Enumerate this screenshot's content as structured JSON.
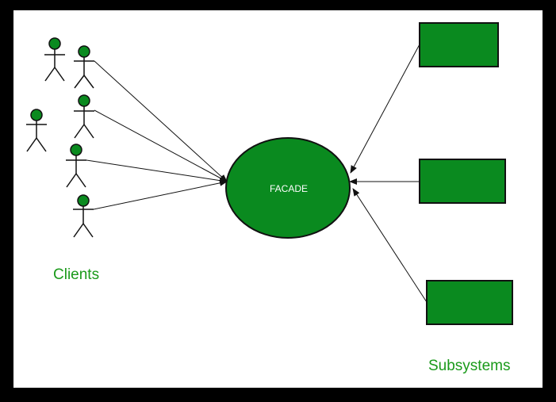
{
  "diagram": {
    "center_label": "FACADE",
    "clients_label": "Clients",
    "subsystems_label": "Subsystems"
  },
  "colors": {
    "accent": "#0a8a1f",
    "label": "#1a9a1a",
    "outline": "#111111",
    "canvas": "#ffffff",
    "frame": "#000000"
  }
}
